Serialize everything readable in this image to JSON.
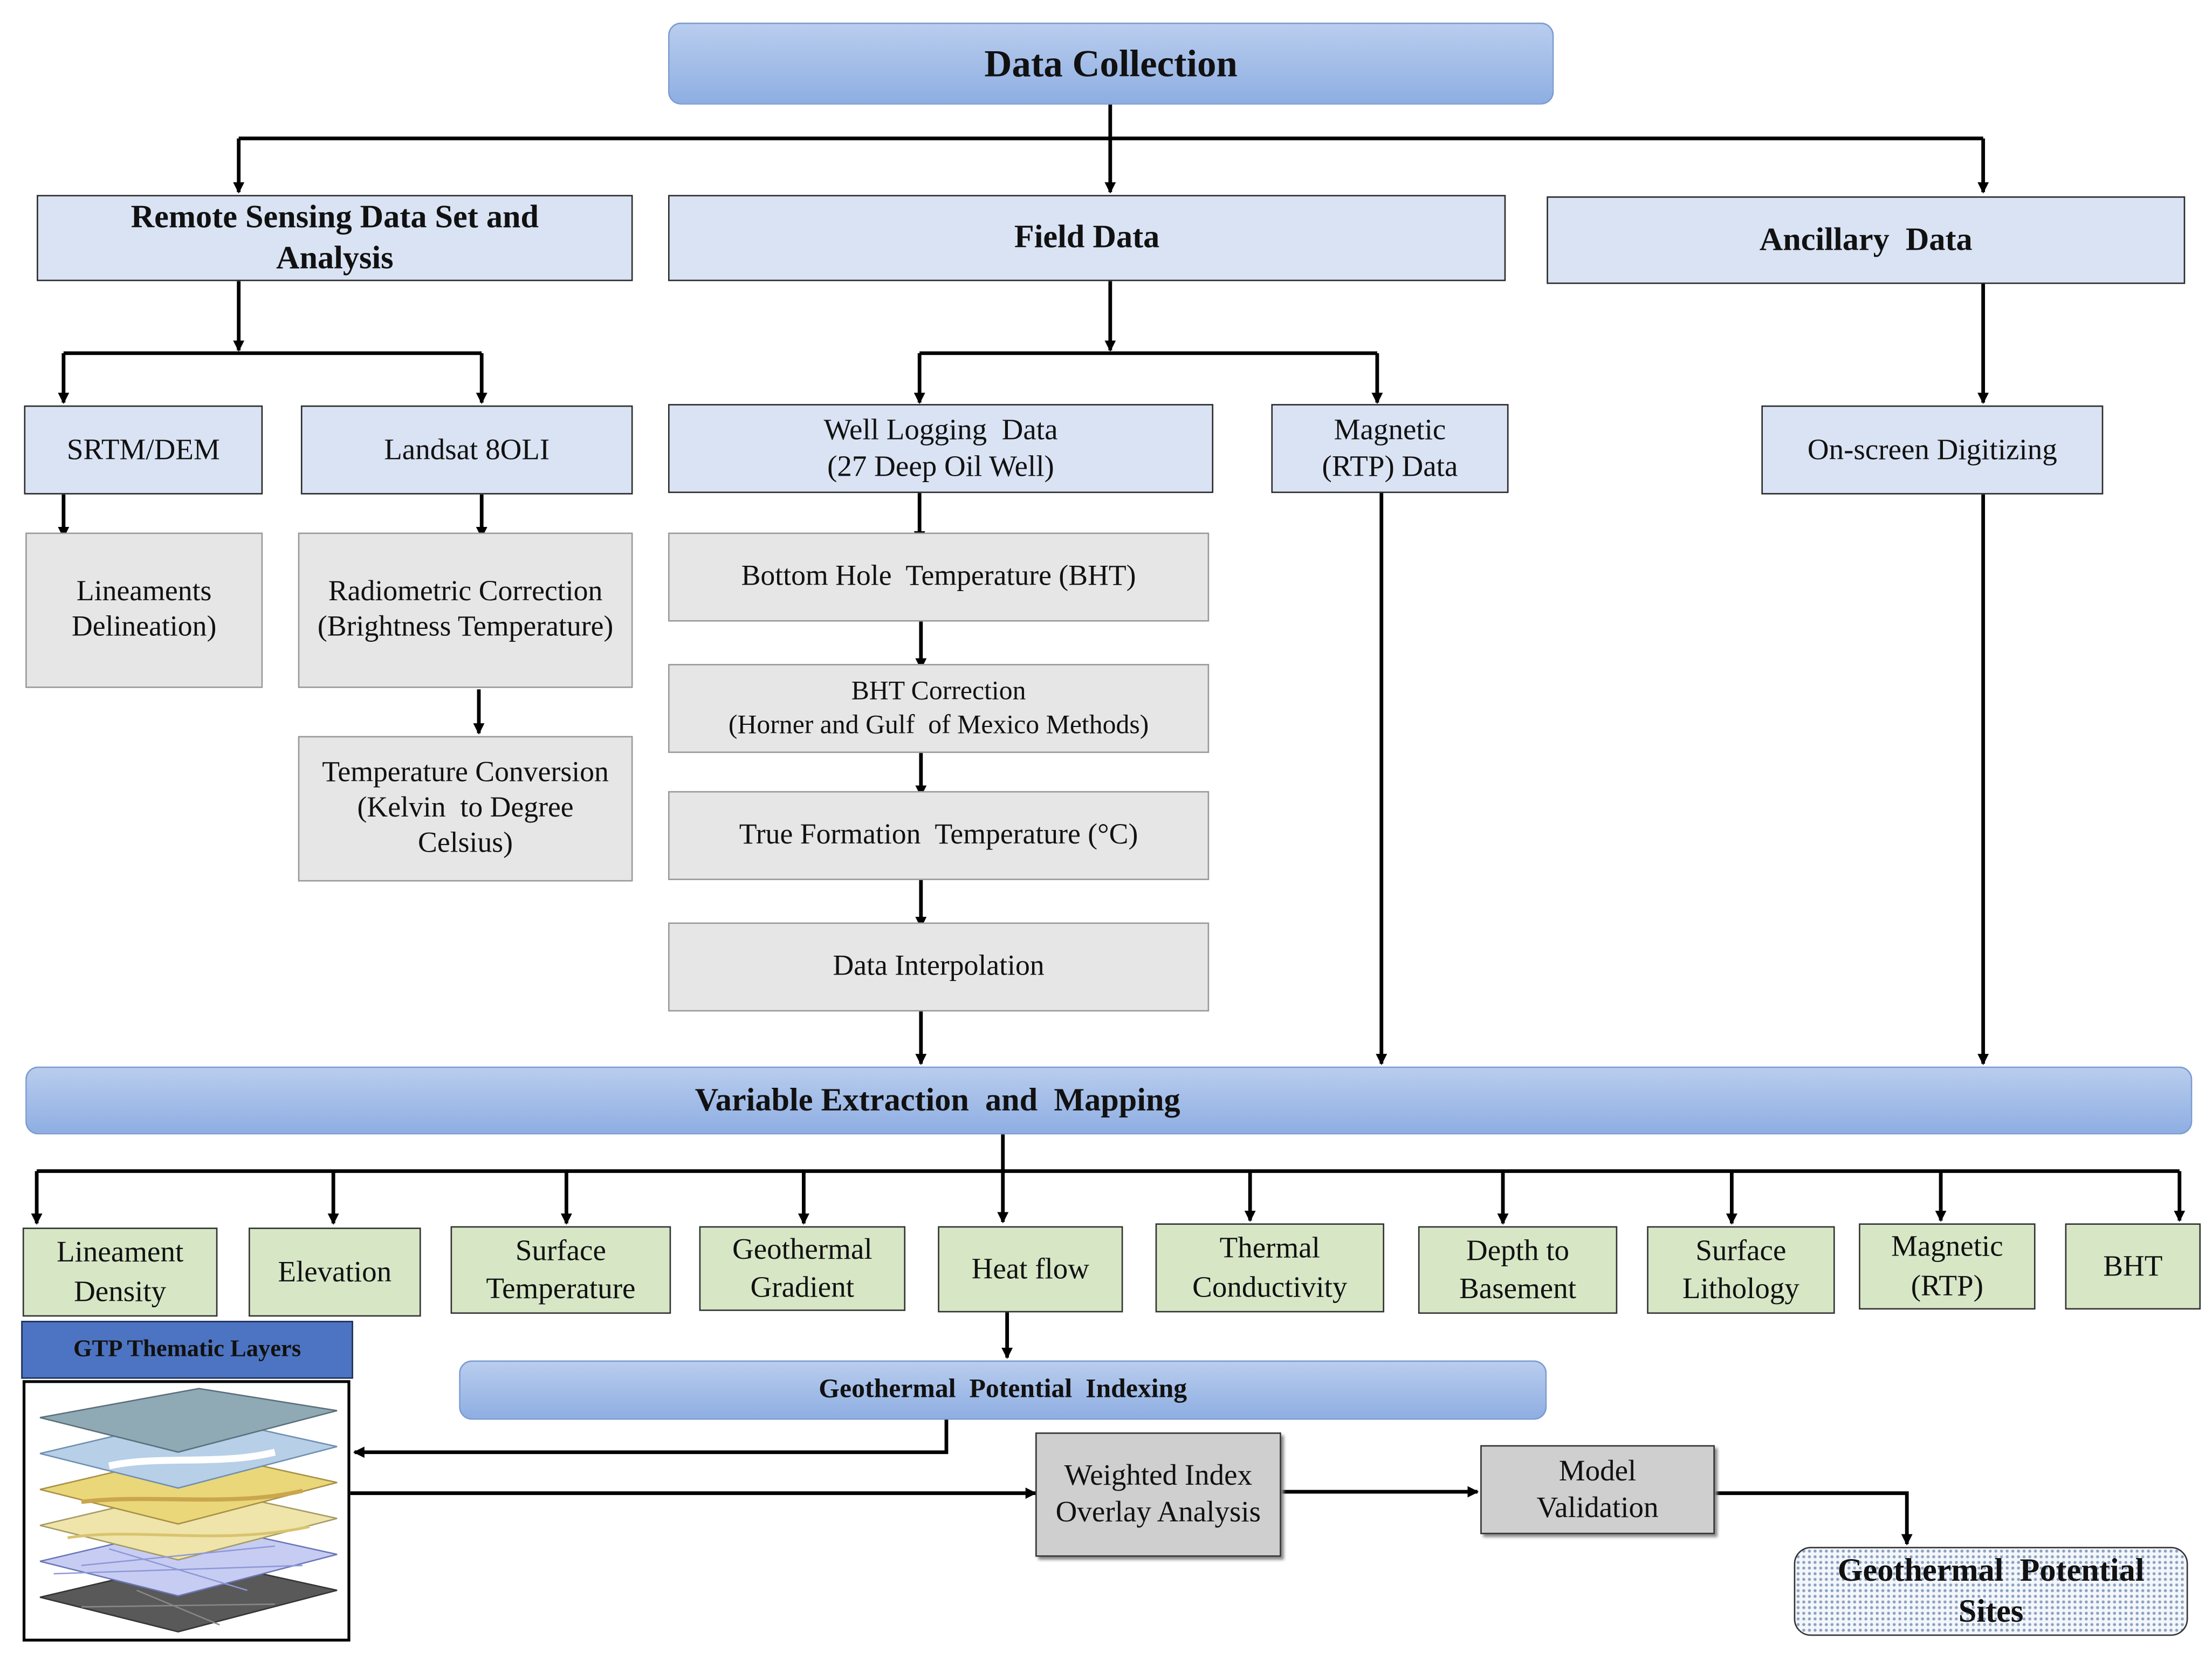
{
  "top": {
    "data_collection": "Data Collection"
  },
  "sources": {
    "remote_sensing": "Remote Sensing Data Set and Analysis",
    "field_data": "Field Data",
    "ancillary_data": "Ancillary  Data"
  },
  "remote_sensing_branch": {
    "srtm_dem": "SRTM/DEM",
    "landsat": "Landsat 8OLI",
    "lineaments": "Lineaments Delineation)",
    "radiometric": "Radiometric Correction (Brightness Temperature)",
    "temperature_conversion": "Temperature Conversion (Kelvin  to Degree Celsius)"
  },
  "field_branch": {
    "well_logging_line1": "Well Logging  Data",
    "well_logging_line2": "(27 Deep Oil Well)",
    "magnetic_line1": "Magnetic",
    "magnetic_line2": "(RTP) Data",
    "bht": "Bottom Hole  Temperature (BHT)",
    "bht_correction_line1": "BHT Correction",
    "bht_correction_line2": "(Horner and Gulf  of Mexico Methods)",
    "true_formation": "True Formation  Temperature (°C)",
    "interpolation": "Data Interpolation"
  },
  "ancillary_branch": {
    "digitizing": "On-screen Digitizing"
  },
  "mapping": {
    "title": "Variable Extraction  and  Mapping"
  },
  "variables": [
    "Lineament Density",
    "Elevation",
    "Surface Temperature",
    "Geothermal Gradient",
    "Heat flow",
    "Thermal Conductivity",
    "Depth to Basement",
    "Surface Lithology",
    "Magnetic (RTP)",
    "BHT"
  ],
  "gtp": {
    "label": "GTP Thematic Layers",
    "indexing": "Geothermal  Potential  Indexing"
  },
  "analysis": {
    "weighted": "Weighted Index Overlay Analysis",
    "validation": "Model Validation",
    "sites": "Geothermal  Potential Sites"
  },
  "colors": {
    "source_box": "#dae3f3",
    "process_box": "#e6e6e6",
    "variable_box": "#d7e7c6",
    "pill_gradient_top": "#b9cdee",
    "pill_gradient_bottom": "#8eaee2",
    "gtp_label": "#4d74c2",
    "connector": "#000000"
  }
}
